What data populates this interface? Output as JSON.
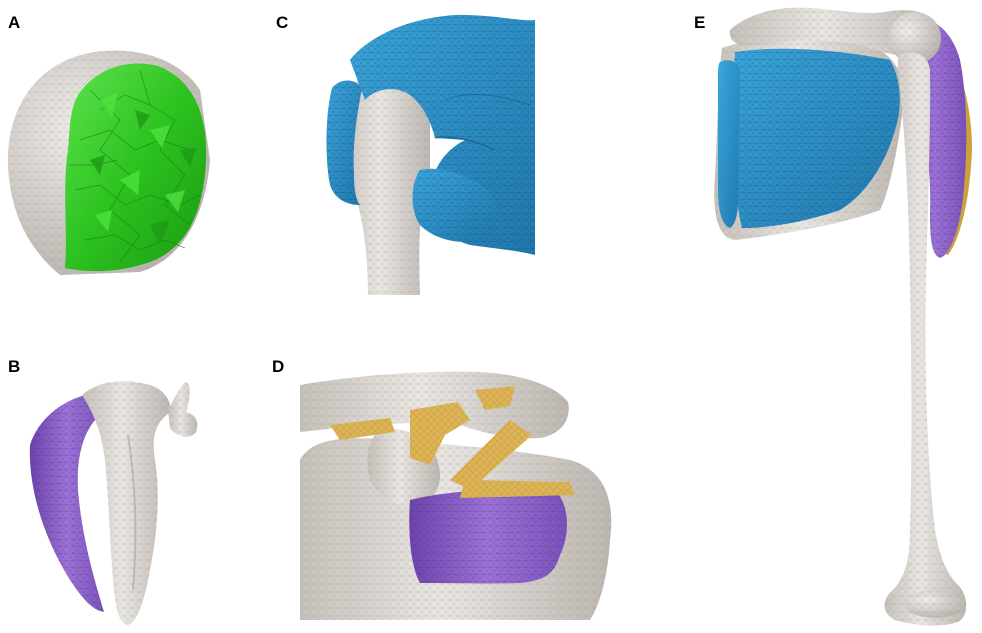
{
  "figure": {
    "panels": [
      {
        "label": "A"
      },
      {
        "label": "B"
      },
      {
        "label": "C"
      },
      {
        "label": "D"
      },
      {
        "label": "E"
      }
    ]
  },
  "colors": {
    "bone": "#dedad6",
    "bone_shade": "#b8b2ac",
    "cartilage_green": "#35d12a",
    "muscle_blue": "#2b8fca",
    "muscle_purple": "#8f63cc",
    "ligament_yellow": "#dcb456"
  }
}
